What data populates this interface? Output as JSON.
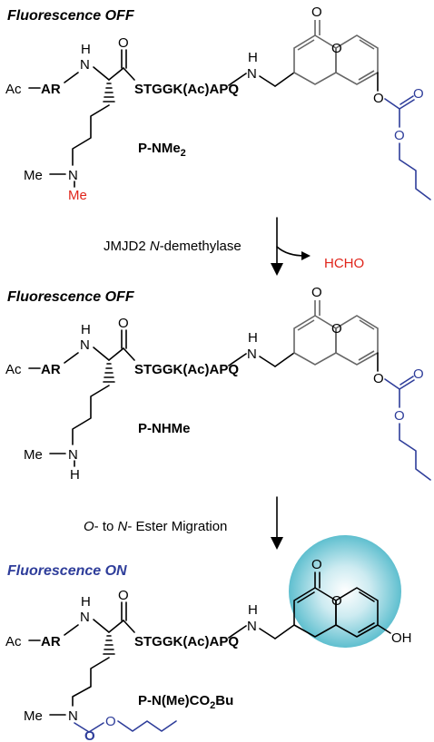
{
  "colors": {
    "black": "#000000",
    "blue": "#2e3d9a",
    "red": "#e0251b",
    "glow": "#5fbfcf"
  },
  "panels": [
    {
      "header": "Fluorescence OFF",
      "header_color": "#000000",
      "ac_prefix": "Ac",
      "ar": "AR",
      "nh": "N",
      "nh_h": "H",
      "peptide": "STGGK(Ac)APQ",
      "nh_right": "N",
      "nh_right_h": "H",
      "oxo": "O",
      "ring_o": "O",
      "ester_o": "O",
      "carbonyl_o": "O",
      "chain_o": "O",
      "sidechain_me": "Me",
      "sidechain_n": "N",
      "sidechain_sub": "Me",
      "name_main": "P-NMe",
      "name_sub": "2",
      "name_tail": ""
    },
    {
      "header": "Fluorescence OFF",
      "header_color": "#000000",
      "ac_prefix": "Ac",
      "ar": "AR",
      "nh": "N",
      "nh_h": "H",
      "peptide": "STGGK(Ac)APQ",
      "nh_right": "N",
      "nh_right_h": "H",
      "oxo": "O",
      "ring_o": "O",
      "ester_o": "O",
      "carbonyl_o": "O",
      "chain_o": "O",
      "sidechain_me": "Me",
      "sidechain_n": "N",
      "sidechain_sub": "H",
      "name_main": "P-NHMe",
      "name_sub": "",
      "name_tail": ""
    },
    {
      "header": "Fluorescence ON",
      "header_color": "#2e3d9a",
      "ac_prefix": "Ac",
      "ar": "AR",
      "nh": "N",
      "nh_h": "H",
      "peptide": "STGGK(Ac)APQ",
      "nh_right": "N",
      "nh_right_h": "H",
      "oxo": "O",
      "ring_o": "O",
      "oh": "OH",
      "sidechain_me": "Me",
      "sidechain_n": "N",
      "carbamate_o": "O",
      "carbamate_chain_o": "O",
      "name_main": "P-N(Me)CO",
      "name_sub": "2",
      "name_tail": "Bu"
    }
  ],
  "step1": {
    "enzyme": "JMJD2",
    "enzyme_italic": "N",
    "enzyme_tail": "-demethylase",
    "byproduct": "HCHO"
  },
  "step2": {
    "o_italic": "O",
    "mid": "- to ",
    "n_italic": "N",
    "tail": "- Ester Migration"
  }
}
